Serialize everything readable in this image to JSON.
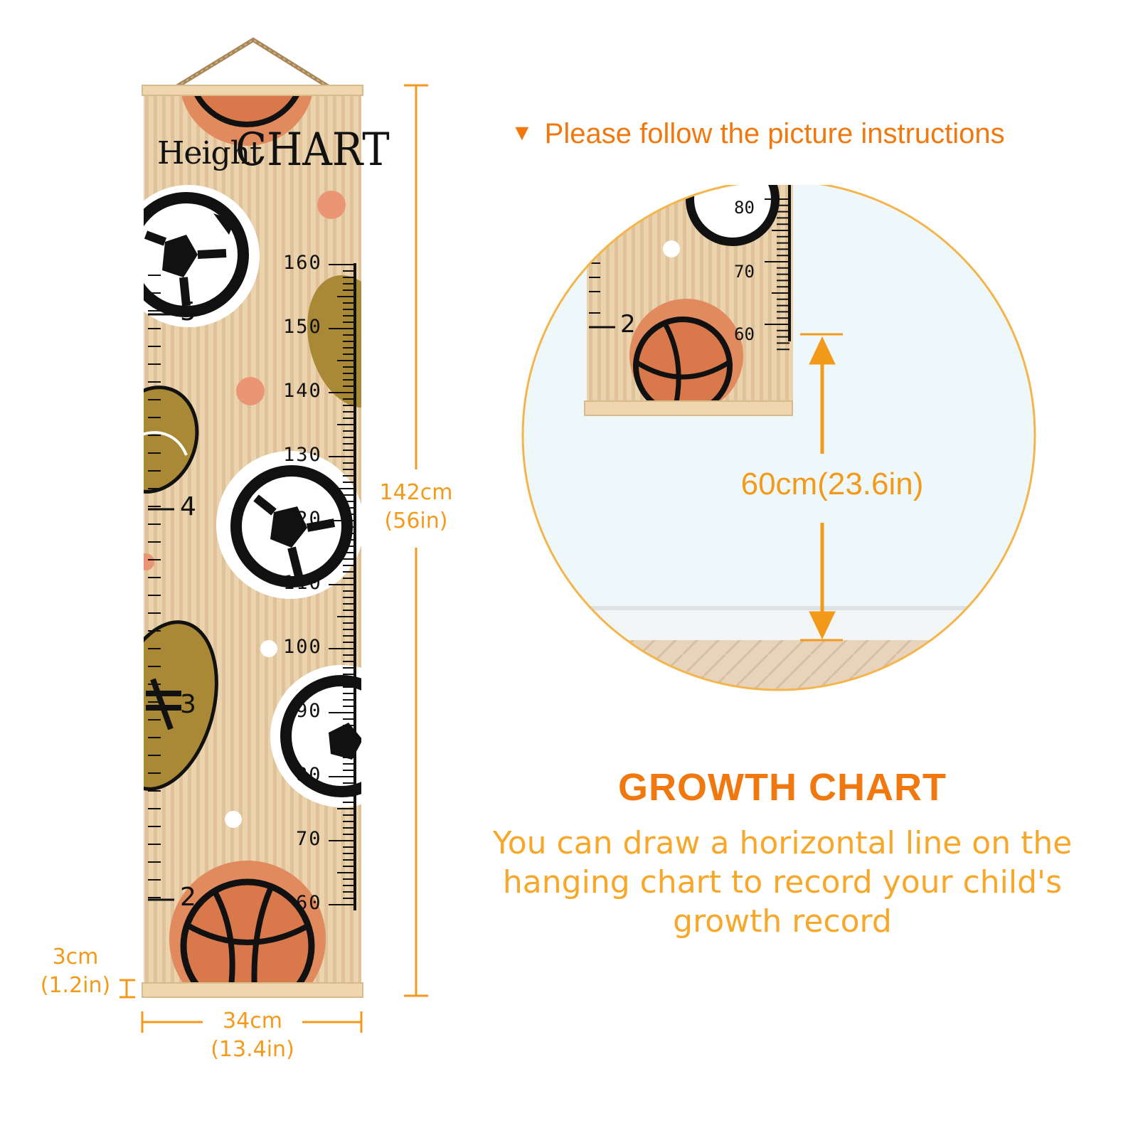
{
  "chart": {
    "title_small": "Height",
    "title_large": "CHART",
    "cm_labels": [
      "160",
      "150",
      "140",
      "130",
      "120",
      "110",
      "100",
      "90",
      "80",
      "70",
      "60"
    ],
    "ft_labels": [
      "5",
      "4",
      "3",
      "2"
    ]
  },
  "dimensions": {
    "height_cm": "142cm",
    "height_in": "(56in)",
    "width_cm": "34cm",
    "width_in": "(13.4in)",
    "rod_cm": "3cm",
    "rod_in": "(1.2in)"
  },
  "instructions": {
    "marker": "▼",
    "text": "Please follow the picture instructions"
  },
  "detail": {
    "labels": [
      "80",
      "70",
      "60"
    ],
    "ft_label": "2",
    "mount_height": "60cm(23.6in)"
  },
  "product": {
    "title": "GROWTH CHART",
    "description_lines": [
      "You can draw a horizontal line on the",
      "hanging chart to record your child's",
      "growth record"
    ]
  },
  "colors": {
    "accent": "#f49a1b",
    "accent_dark": "#f0780f",
    "canvas": "#e8cfa8",
    "wood": "#efd6ae"
  }
}
